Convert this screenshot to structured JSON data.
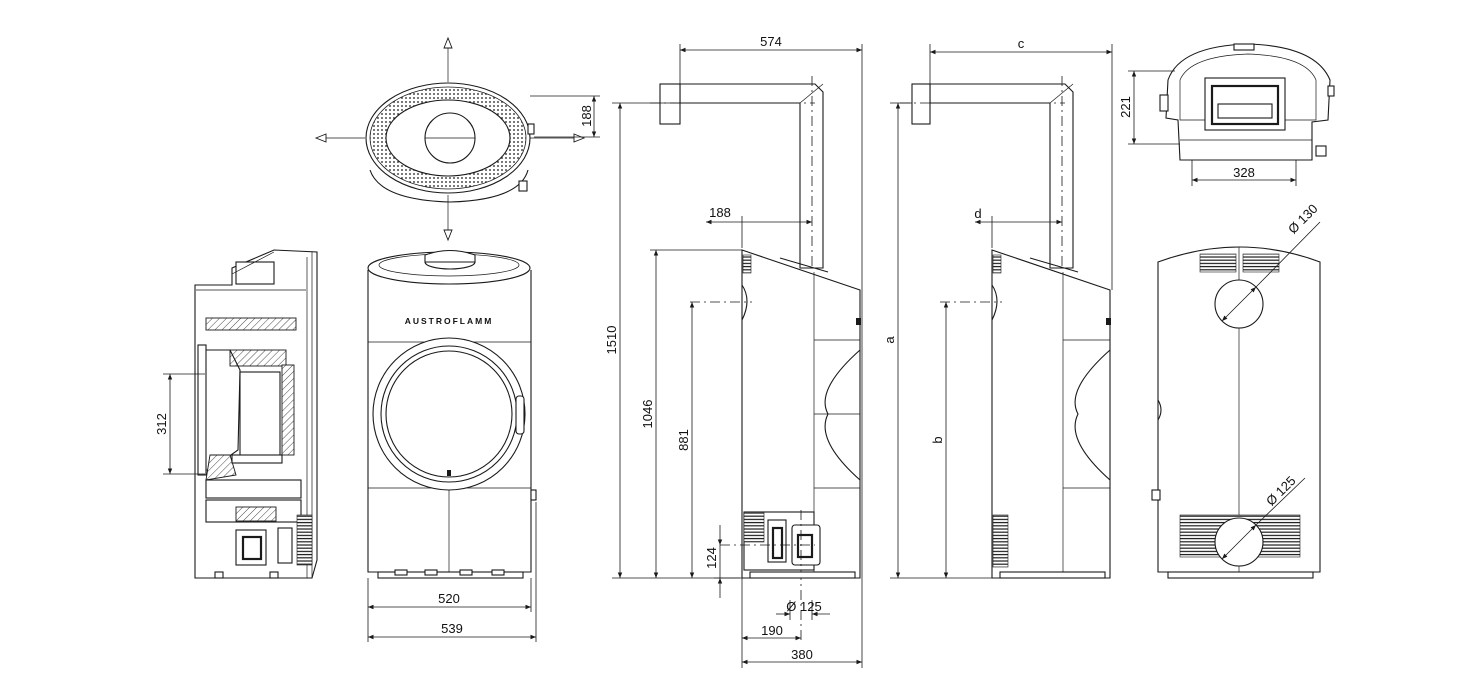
{
  "brand": "AUSTROFLAMM",
  "dimensions": {
    "top_view_depth": "188",
    "section_firebox_height": "312",
    "front_inner_width": "520",
    "front_total_width": "539",
    "side_total_width": "574",
    "side_offset_188": "188",
    "side_total_height": "1510",
    "side_back_height": "1046",
    "side_flue_height": "881",
    "side_air_inlet_height": "124",
    "side_air_inlet_diameter": "Ø 125",
    "side_air_inlet_distance": "190",
    "side_depth": "380",
    "generic_width": "c",
    "generic_offset": "d",
    "generic_total_height": "a",
    "generic_flue_height": "b",
    "rear_top_depth": "221",
    "rear_top_width": "328",
    "rear_flue_diameter": "Ø 130",
    "rear_air_diameter": "Ø 125"
  }
}
